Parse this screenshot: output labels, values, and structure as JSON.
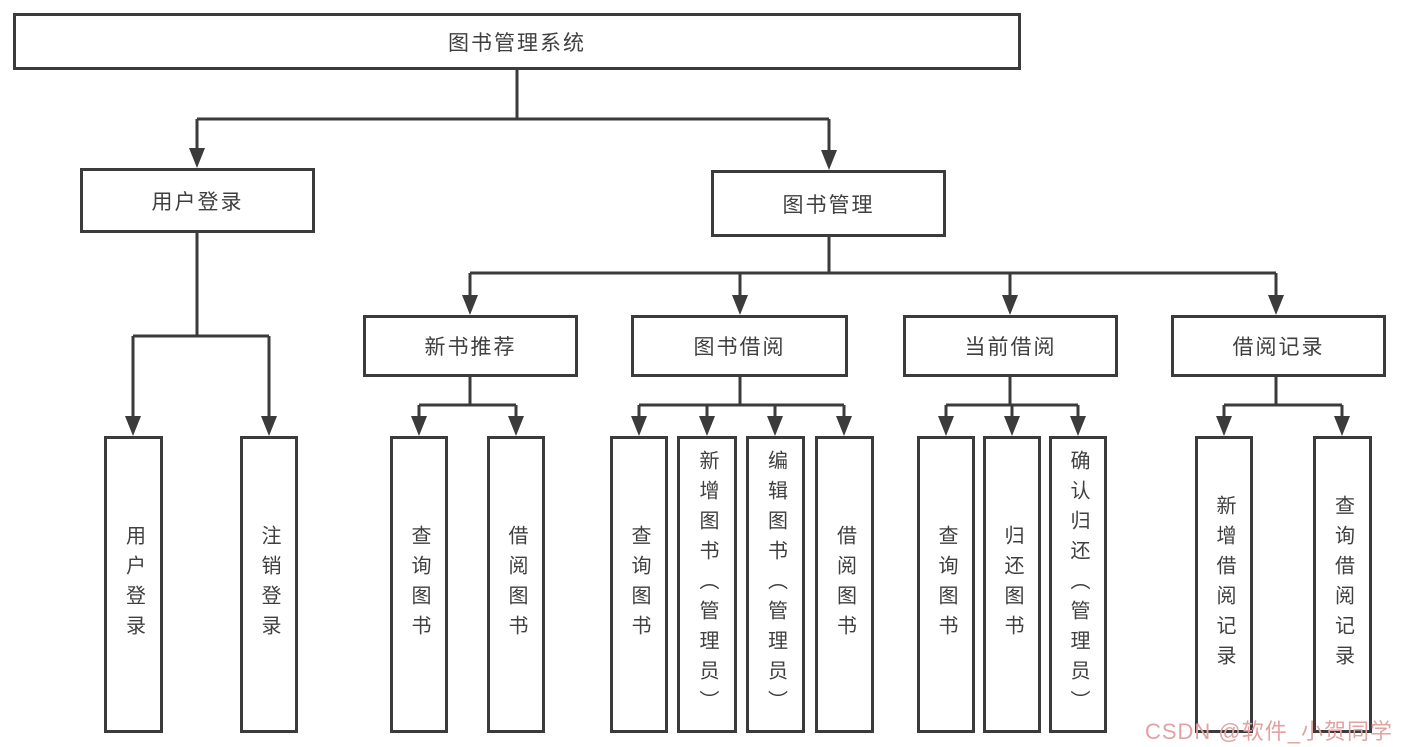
{
  "colors": {
    "line": "#3b3b3b",
    "text": "#3f3f3f",
    "watermark": "#e2a2a2",
    "bg": "#ffffff"
  },
  "watermark": {
    "text": "CSDN @软件_小贺同学"
  },
  "diagram": {
    "type": "hierarchy-tree",
    "root": {
      "label": "图书管理系统",
      "children": [
        {
          "label": "用户登录",
          "children": [
            {
              "label": "用户登录"
            },
            {
              "label": "注销登录"
            }
          ]
        },
        {
          "label": "图书管理",
          "children": [
            {
              "label": "新书推荐",
              "children": [
                {
                  "label": "查询图书"
                },
                {
                  "label": "借阅图书"
                }
              ]
            },
            {
              "label": "图书借阅",
              "children": [
                {
                  "label": "查询图书"
                },
                {
                  "label": "新增图书（管理员）"
                },
                {
                  "label": "编辑图书（管理员）"
                },
                {
                  "label": "借阅图书"
                }
              ]
            },
            {
              "label": "当前借阅",
              "children": [
                {
                  "label": "查询图书"
                },
                {
                  "label": "归还图书"
                },
                {
                  "label": "确认归还（管理员）"
                }
              ]
            },
            {
              "label": "借阅记录",
              "children": [
                {
                  "label": "新增借阅记录"
                },
                {
                  "label": "查询借阅记录"
                }
              ]
            }
          ]
        }
      ]
    }
  }
}
